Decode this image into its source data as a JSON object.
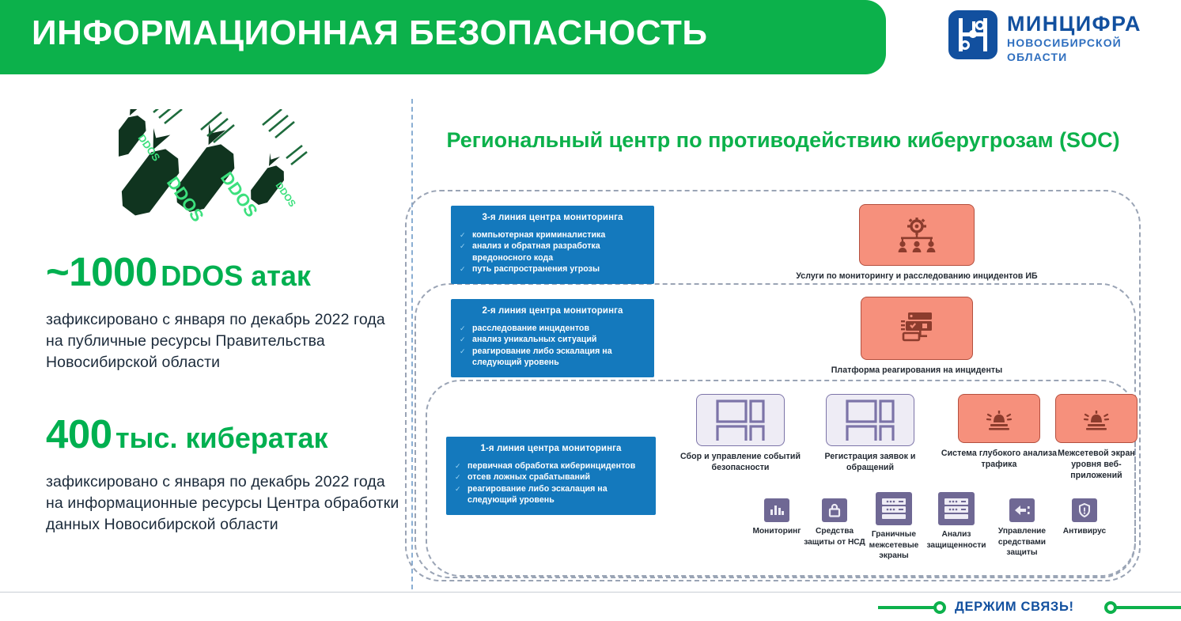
{
  "header": {
    "title": "ИНФОРМАЦИОННАЯ БЕЗОПАСНОСТЬ",
    "banner_color": "#0cb14b",
    "title_color": "#ffffff"
  },
  "logo": {
    "name": "МИНЦИФРА",
    "subtitle_line1": "НОВОСИБИРСКОЙ",
    "subtitle_line2": "ОБЛАСТИ",
    "mark_icon": "circuit-board-icon",
    "brand_color": "#12509f",
    "sub_color": "#2f6fbf"
  },
  "left": {
    "graphic_icon": "falling-ddos-bombs-icon",
    "bomb_label": "DDOS",
    "bomb_body_color": "#10341f",
    "bomb_text_color": "#3ce07d",
    "stats": [
      {
        "number": "~1000",
        "unit": "DDOS атак",
        "description": "зафиксировано с января по декабрь 2022 года на публичные ресурсы Правительства Новосибирской области",
        "accent_color": "#00b050"
      },
      {
        "number": "400",
        "unit": "тыс. кибератак",
        "description": "зафиксировано с января по декабрь 2022 года на информационные ресурсы Центра обработки данных Новосибирской области",
        "accent_color": "#00b050"
      }
    ]
  },
  "soc": {
    "title": "Региональный центр по противодействию киберугрозам (SOC)",
    "title_color": "#0cb14b",
    "lines": [
      {
        "title": "3-я линия центра мониторинга",
        "items": [
          "компьютерная криминалистика",
          "анализ и обратная разработка вредоносного кода",
          "путь распространения угрозы"
        ]
      },
      {
        "title": "2-я линия центра мониторинга",
        "items": [
          "расследование инцидентов",
          "анализ уникальных ситуаций",
          "реагирование либо эскалация на следующий уровень"
        ]
      },
      {
        "title": "1-я линия центра мониторинга",
        "items": [
          "первичная обработка киберинцидентов",
          "отсев ложных срабатываний",
          "реагирование либо эскалация на следующий уровень"
        ]
      }
    ],
    "card_color": "#1479bd",
    "tiles": [
      {
        "caption": "Услуги по мониторингу и расследованию инцидентов ИБ",
        "icon": "gear-with-team-icon",
        "style": "orange"
      },
      {
        "caption": "Платформа реагирования на инциденты",
        "icon": "incident-records-icon",
        "style": "orange"
      },
      {
        "caption": "Сбор и управление событий безопасности",
        "icon": "window-grid-icon",
        "style": "lavender"
      },
      {
        "caption": "Регистрация заявок и обращений",
        "icon": "window-grid-icon",
        "style": "lavender"
      },
      {
        "caption": "Система глубокого анализа трафика",
        "icon": "alarm-siren-icon",
        "style": "orange"
      },
      {
        "caption": "Межсетевой экран уровня веб-приложений",
        "icon": "alarm-siren-icon",
        "style": "orange"
      }
    ],
    "mini_tiles": [
      {
        "caption": "Мониторинг",
        "icon": "bar-chart-icon"
      },
      {
        "caption": "Средства защиты от НСД",
        "icon": "lock-icon"
      },
      {
        "caption": "Граничные межсетевые экраны",
        "icon": "server-stack-icon"
      },
      {
        "caption": "Анализ защищенности",
        "icon": "server-stack-icon"
      },
      {
        "caption": "Управление средствами защиты",
        "icon": "arrow-left-icon"
      },
      {
        "caption": "Антивирус",
        "icon": "shield-icon"
      }
    ],
    "tile_orange": "#f6907c",
    "tile_lavender": "#eeecf5",
    "mini_color": "#6f6894"
  },
  "footer": {
    "text": "ДЕРЖИМ СВЯЗЬ!",
    "text_color": "#12509f",
    "line_color": "#0cb14b"
  }
}
